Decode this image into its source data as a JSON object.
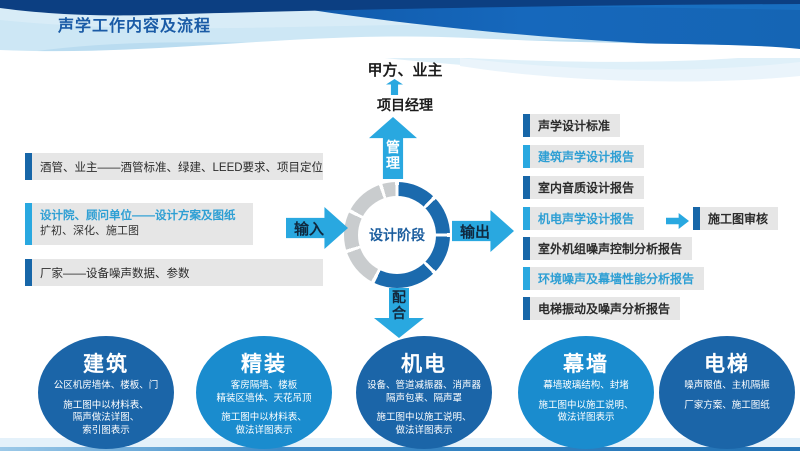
{
  "slide": {
    "title": "声学工作内容及流程"
  },
  "flow": {
    "client": "甲方、业主",
    "project_manager": "项目经理",
    "manage": "管\n理",
    "stage": "设计阶段",
    "input": "输入",
    "output": "输出",
    "coordinate": "配\n合"
  },
  "inputs": [
    {
      "text": "酒管、业主——酒管标准、绿建、LEED要求、项目定位",
      "tone": "dark"
    },
    {
      "text": "设计院、顾问单位——设计方案及图纸",
      "sub": "扩初、深化、施工图",
      "tone": "light"
    },
    {
      "text": "厂家——设备噪声数据、参数",
      "tone": "dark"
    }
  ],
  "outputs": [
    {
      "label": "声学设计标准",
      "tone": "dark"
    },
    {
      "label": "建筑声学设计报告",
      "tone": "light"
    },
    {
      "label": "室内音质设计报告",
      "tone": "dark"
    },
    {
      "label": "机电声学设计报告",
      "tone": "light"
    },
    {
      "label": "室外机组噪声控制分析报告",
      "tone": "dark"
    },
    {
      "label": "环境噪声及幕墙性能分析报告",
      "tone": "light"
    },
    {
      "label": "电梯振动及噪声分析报告",
      "tone": "dark"
    }
  ],
  "review": {
    "label": "施工图审核"
  },
  "disciplines": [
    {
      "title": "建筑",
      "scope": "公区机房墙体、楼板、门",
      "method": "施工图中以材料表、\n隔声做法详图、\n索引图表示",
      "tone": "dark"
    },
    {
      "title": "精装",
      "scope": "客房隔墙、楼板\n精装区墙体、天花吊顶",
      "method": "施工图中以材料表、\n做法详图表示",
      "tone": "light"
    },
    {
      "title": "机电",
      "scope": "设备、管道减振器、消声器\n隔声包裹、隔声罩",
      "method": "施工图中以施工说明、\n做法详图表示",
      "tone": "dark"
    },
    {
      "title": "幕墙",
      "scope": "幕墙玻璃结构、封堵",
      "method": "施工图中以施工说明、\n做法详图表示",
      "tone": "light"
    },
    {
      "title": "电梯",
      "scope": "噪声限值、主机隔振",
      "method": "厂家方案、施工图纸",
      "tone": "dark"
    }
  ],
  "colors": {
    "accent_blue": "#29a8e0",
    "dark_blue": "#1b65a8",
    "light_circle_blue": "#1a8cce",
    "donut_blue": "#1b6aad",
    "donut_gray": "#c9ccce",
    "header_navy": "#0c3f82",
    "box_gray": "#e6e6e6"
  }
}
